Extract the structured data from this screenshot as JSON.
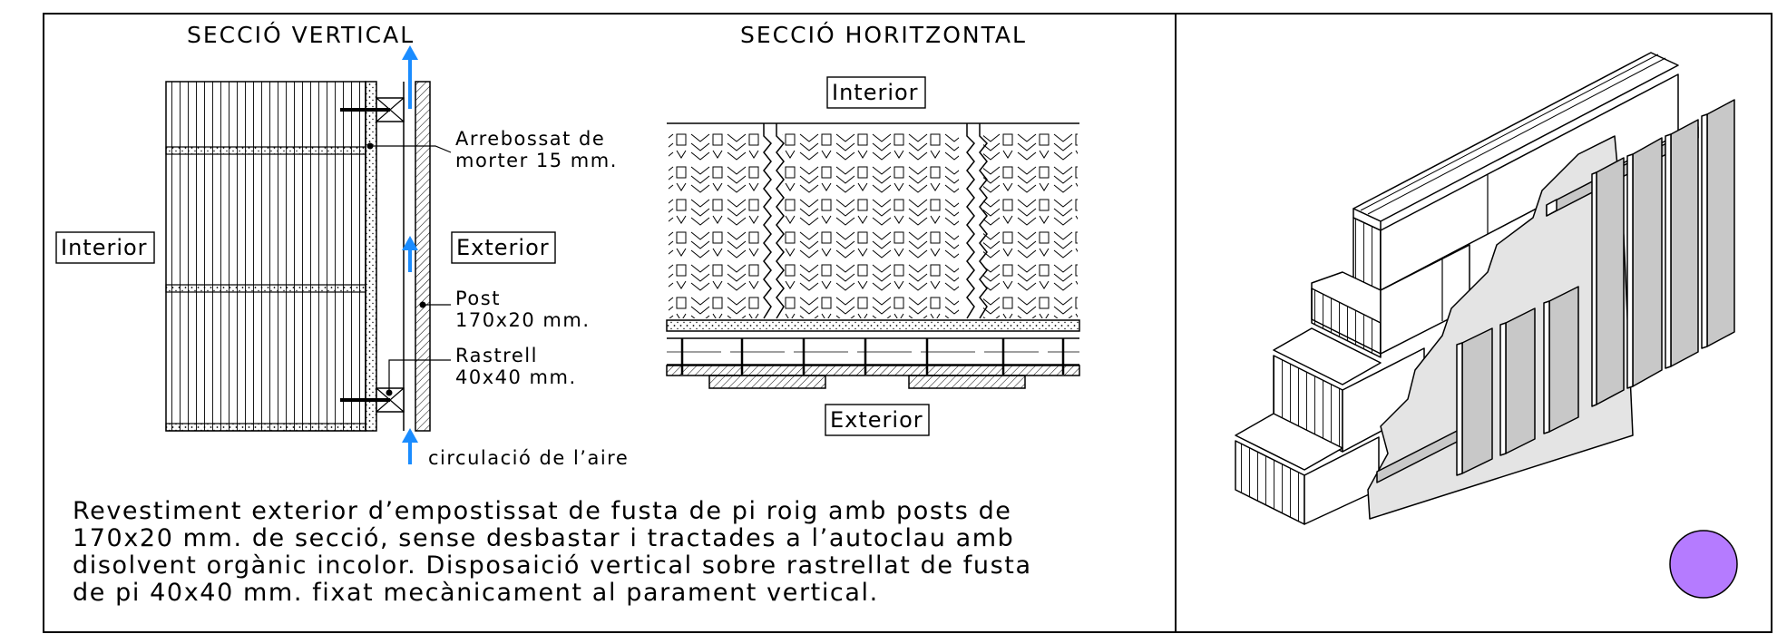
{
  "titles": {
    "vertical": "SECCIÓ VERTICAL",
    "horizontal": "SECCIÓ HORITZONTAL"
  },
  "labels": {
    "interior_left": "Interior",
    "exterior_mid": "Exterior",
    "interior_top": "Interior",
    "exterior_bottom": "Exterior",
    "arrebossat_1": "Arrebossat de",
    "arrebossat_2": "morter 15 mm.",
    "post_1": "Post",
    "post_2": "170x20 mm.",
    "rastrell_1": "Rastrell",
    "rastrell_2": "40x40 mm.",
    "air": "circulació de l’aire"
  },
  "description": [
    "Revestiment exterior d’empostissat de fusta de pi roig amb posts de",
    "170x20 mm. de secció, sense desbastar i tractades a l’autoclau amb",
    "disolvent orgànic incolor. Disposaició vertical sobre rastrellat de fusta",
    "de pi 40x40 mm. fixat mecànicament al parament vertical."
  ],
  "colors": {
    "arrow": "#1a8cff",
    "badge": "#b57bff",
    "panel": "#c8c8c8",
    "plaster": "#e4e4e4"
  }
}
